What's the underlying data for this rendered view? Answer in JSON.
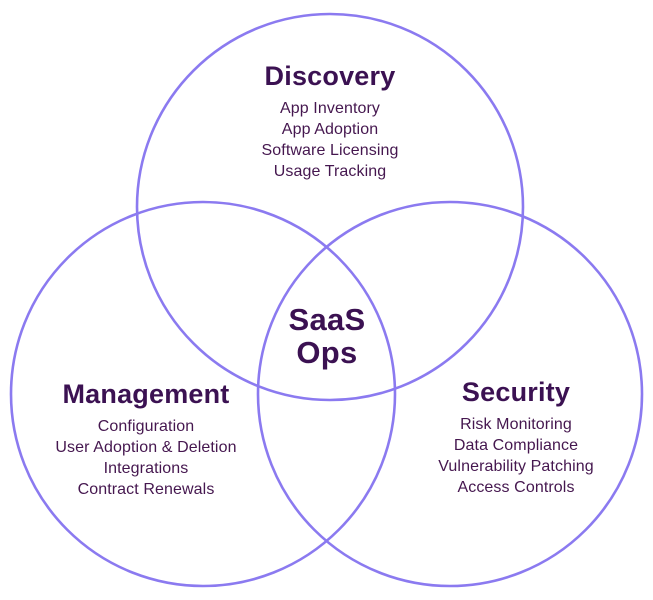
{
  "colors": {
    "background": "#ffffff",
    "circle_stroke": "#8b7af0",
    "title_text": "#3b1152",
    "item_text": "#45174f"
  },
  "venn": {
    "center": {
      "line1": "SaaS",
      "line2": "Ops"
    },
    "discovery": {
      "title": "Discovery",
      "items": [
        "App Inventory",
        "App Adoption",
        "Software Licensing",
        "Usage Tracking"
      ]
    },
    "management": {
      "title": "Management",
      "items": [
        "Configuration",
        "User Adoption & Deletion",
        "Integrations",
        "Contract Renewals"
      ]
    },
    "security": {
      "title": "Security",
      "items": [
        "Risk Monitoring",
        "Data Compliance",
        "Vulnerability Patching",
        "Access Controls"
      ]
    }
  }
}
